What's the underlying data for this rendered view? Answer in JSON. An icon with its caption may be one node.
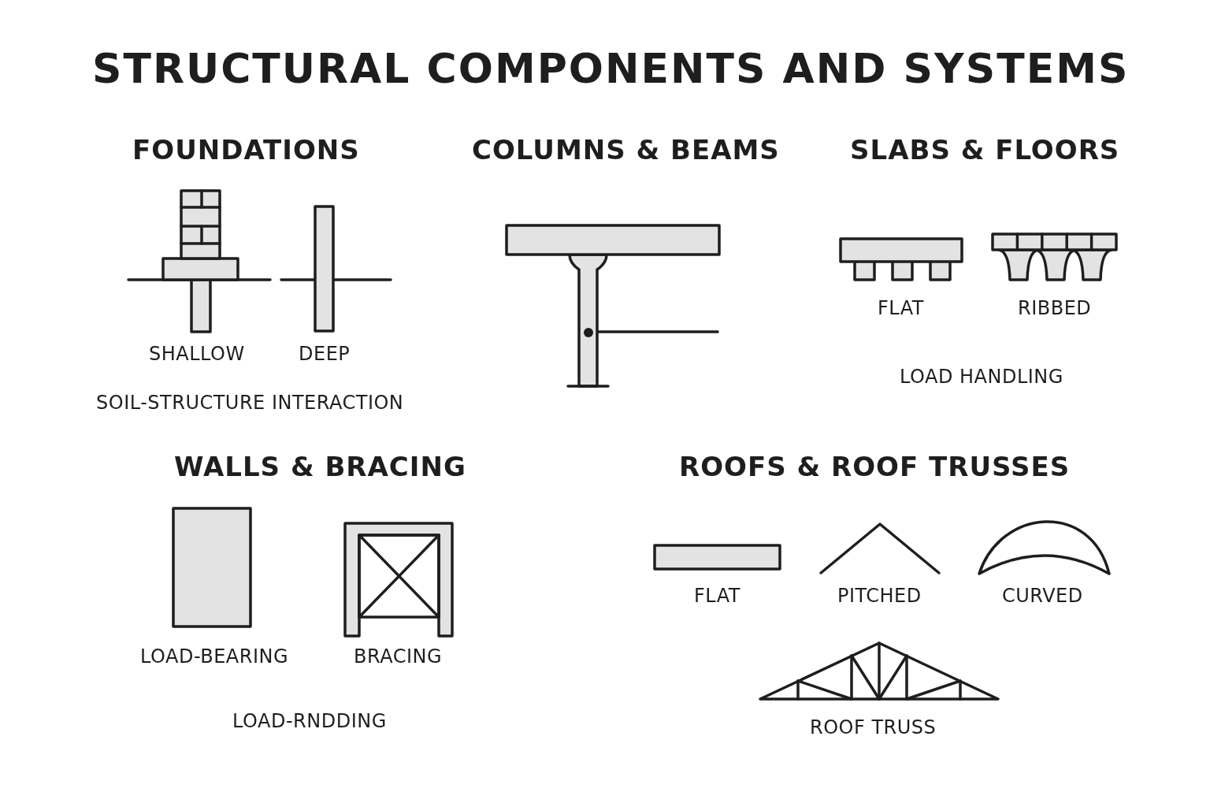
{
  "diagram": {
    "title": "STRUCTURAL COMPONENTS AND SYSTEMS",
    "labels": [
      "FOUNDATIONS",
      "COLUMNS & BEAMS",
      "SLABS & FLOORS",
      "FLAT",
      "RIBBED",
      "SHALLOW",
      "DEEP",
      "LOAD HANDLING",
      "SOIL-STRUCTURE INTERACTION",
      "WALLS & BRACING",
      "ROOFS & ROOF TRUSSES",
      "FLAT",
      "PITCHED",
      "CURVED",
      "LOAD-BEARING",
      "BRACING",
      "LOAD-RNDDING",
      "ROOF TRUSS"
    ]
  }
}
